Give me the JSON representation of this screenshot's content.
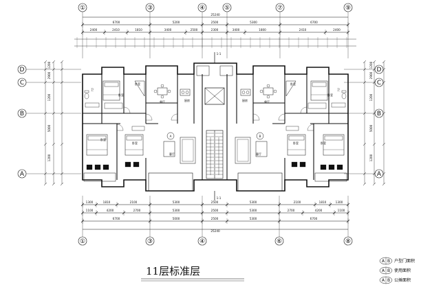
{
  "drawing": {
    "title": "11层标准层",
    "axes_top": [
      "①",
      "③",
      "④",
      "⑤",
      "⑦",
      "⑨"
    ],
    "axes_bottom": [
      "①",
      "③",
      "④",
      "⑥",
      "⑧"
    ],
    "axes_left": [
      "D",
      "C",
      "B",
      "A"
    ],
    "axes_right": [
      "D",
      "C",
      "B",
      "A"
    ],
    "overall_top": "25240",
    "overall_bottom": "25240",
    "dims_top_row2": [
      "6700",
      "5200",
      "2500",
      "5300",
      "6700"
    ],
    "dims_top_row3": [
      "2400",
      "2410",
      "1810",
      "3400",
      "2500",
      "2300",
      "3400",
      "1800",
      "2410",
      "2400"
    ],
    "dims_bottom_row1": [
      "1300",
      "1810",
      "2100",
      "5300",
      "2500",
      "5300",
      "2100",
      "1810",
      "1300"
    ],
    "dims_bottom_row2": [
      "1100",
      "4200",
      "2700",
      "5300",
      "2500",
      "5300",
      "2700",
      "4200",
      "1100"
    ],
    "dims_bottom_row3": [
      "6700",
      "5000",
      "2500",
      "5300",
      "6700"
    ],
    "dims_side": [
      "1200",
      "2900",
      "1200",
      "5000",
      "1200"
    ],
    "unit_labels": [
      "A",
      "B"
    ],
    "stair_label": "1-1",
    "room_labels": [
      "卧室",
      "卧室",
      "卧室",
      "卧室",
      "餐厅",
      "餐厅",
      "厨房",
      "厨房",
      "客厅",
      "客厅",
      "卫",
      "卫",
      "卧室",
      "卧室",
      "卧室",
      "卧室"
    ],
    "legend": [
      {
        "code": "A",
        "sub": "B",
        "text": "户型门面积"
      },
      {
        "code": "A",
        "sub": "B",
        "text": "使用面积"
      },
      {
        "code": "A",
        "sub": "B",
        "text": "公摊面积"
      }
    ]
  }
}
